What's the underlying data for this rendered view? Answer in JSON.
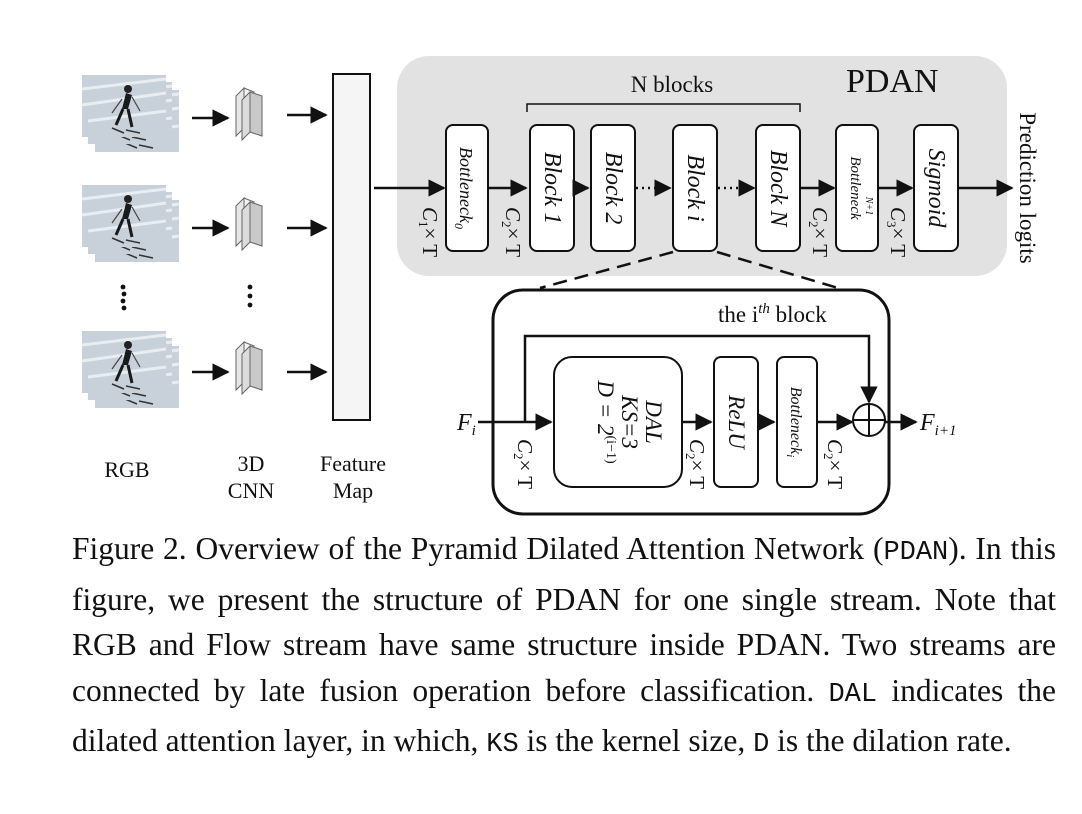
{
  "inputs": {
    "frame_label": "RGB",
    "cnn_label_line1": "3D",
    "cnn_label_line2": "CNN",
    "feature_label_line1": "Feature",
    "feature_label_line2": "Map"
  },
  "pdan": {
    "title": "PDAN",
    "n_blocks_label": "N blocks",
    "bottleneck0": "Bottleneck",
    "bottleneck0_sub": "0",
    "block1": "Block 1",
    "block2": "Block 2",
    "blocki": "Block i",
    "blockN": "Block N",
    "bottleneckN1": "Bottleneck",
    "bottleneckN1_sub": "N+1",
    "sigmoid": "Sigmoid",
    "dim_c1": "C",
    "dim_c1_sub": "1",
    "dim_c2": "C",
    "dim_c2_sub": "2",
    "dim_c3": "C",
    "dim_c3_sub": "3",
    "dim_times_t": "× T",
    "output_label": "Prediction logits"
  },
  "detail": {
    "title": "the i",
    "title_sup": "th",
    "title_tail": " block",
    "input": "F",
    "input_sub": "i",
    "output": "F",
    "output_sub": "i+1",
    "dal_line1": "DAL",
    "dal_line2": "KS=3",
    "dal_line3": "D = 2",
    "dal_line3_sup": "(i−1)",
    "relu": "ReLU",
    "bottleneck": "Bottleneck",
    "bottleneck_sub": "i",
    "dim_c": "C",
    "dim_c_sub": "2",
    "dim_times_t": "× T"
  },
  "caption": {
    "p1": "Figure 2. Overview of the Pyramid Dilated Attention Network (",
    "code1": "PDAN",
    "p2": "). In this figure, we present the structure of PDAN for one single stream. Note that RGB and Flow stream have same structure inside PDAN. Two streams are connected by late fusion operation before classification. ",
    "code2": "DAL",
    "p3": " indicates the dilated attention layer, in which, ",
    "code3": "KS",
    "p4": " is the kernel size, ",
    "code4": "D",
    "p5": " is the dilation rate."
  }
}
